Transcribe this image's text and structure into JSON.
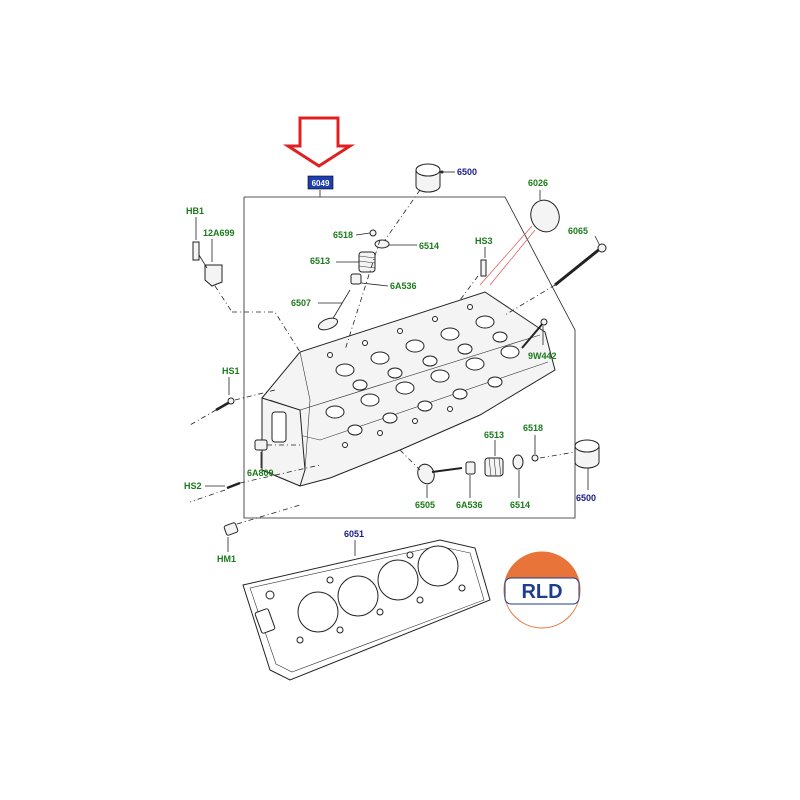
{
  "callouts": {
    "main_box": "6049",
    "c6500_top": "6500",
    "c6026": "6026",
    "cHB1": "HB1",
    "c12A699": "12A699",
    "c6518_top": "6518",
    "c6514_top": "6514",
    "cHS3": "HS3",
    "c6065": "6065",
    "c6513_top": "6513",
    "c6A536_top": "6A536",
    "c6507": "6507",
    "c9W442": "9W442",
    "cHS1": "HS1",
    "c6513_bot": "6513",
    "c6518_bot": "6518",
    "c6A809": "6A809",
    "cHS2": "HS2",
    "c6505": "6505",
    "c6A536_bot": "6A536",
    "c6514_bot": "6514",
    "c6500_bot": "6500",
    "cHM1": "HM1",
    "c6051": "6051"
  },
  "logo": {
    "text": "RLD"
  },
  "colors": {
    "arrow": "#e02020",
    "label_green": "#1b7a1b",
    "label_blue": "#1a1a8c",
    "box_blue": "#1e3fb0",
    "logo_orange": "#e8743a",
    "logo_blue": "#1d3d8f"
  }
}
